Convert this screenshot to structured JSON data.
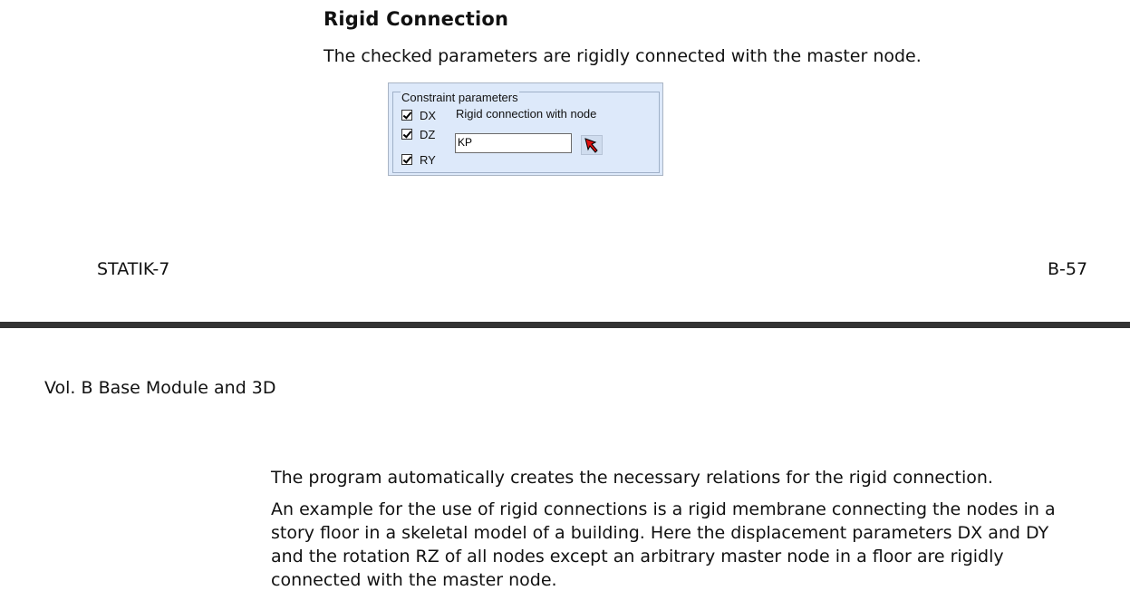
{
  "top_page": {
    "section_title": "Rigid Connection",
    "intro_text": "The checked parameters are rigidly connected with the master node.",
    "dialog": {
      "group_title": "Constraint parameters",
      "checkboxes": [
        {
          "label": "DX",
          "checked": true
        },
        {
          "label": "DZ",
          "checked": true
        },
        {
          "label": "RY",
          "checked": true
        }
      ],
      "rigid_label": "Rigid connection with node",
      "node_input_value": "KP",
      "pick_icon": "red-arrow-cursor-icon",
      "panel_color": "#dde9fa"
    },
    "footer": {
      "left": "STATIK-7",
      "right": "B-57"
    }
  },
  "bottom_page": {
    "running_header": "Vol. B  Base Module and 3D",
    "paragraphs": [
      "The program automatically creates the necessary relations for the rigid connection.",
      "An example for the use of rigid connections is a rigid membrane connecting the nodes in a story floor in a skeletal model of a building. Here the displacement parameters DX and DY and the rotation RZ of all nodes except an arbitrary master node in a floor are rigidly connected with the master node."
    ]
  }
}
